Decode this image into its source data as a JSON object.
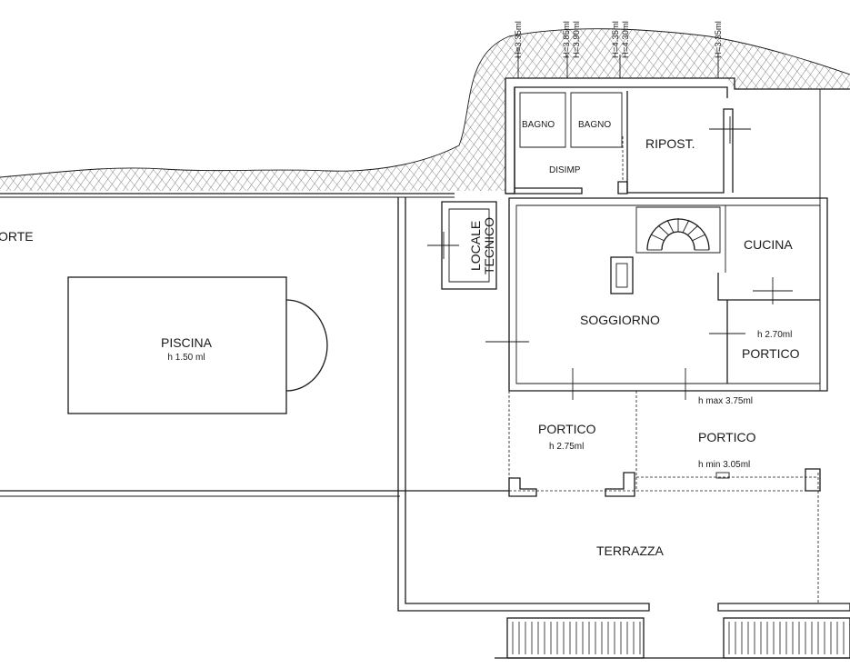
{
  "labels": {
    "corte": "ORTE",
    "piscina": "PISCINA",
    "piscina_h": "h 1.50 ml",
    "locale": "LOCALE",
    "tecnico": "TECNICO",
    "bagno1": "BAGNO",
    "bagno2": "BAGNO",
    "disimp": "DISIMP",
    "ripost": "RIPOST.",
    "cucina": "CUCINA",
    "soggiorno": "SOGGIORNO",
    "portico_right_h": "h 2.70ml",
    "portico_right": "PORTICO",
    "hmax": "h max 3.75ml",
    "portico_left": "PORTICO",
    "portico_left_h": "h 2.75ml",
    "portico_mid": "PORTICO",
    "hmin": "h min 3.05ml",
    "terrazza": "TERRAZZA"
  },
  "heights": {
    "h1": "H=3.35ml",
    "h2": "H=3.85ml",
    "h3": "H=3.90ml",
    "h4": "H=4.35ml",
    "h5": "H=4.30ml",
    "h6": "H=3.35ml"
  }
}
